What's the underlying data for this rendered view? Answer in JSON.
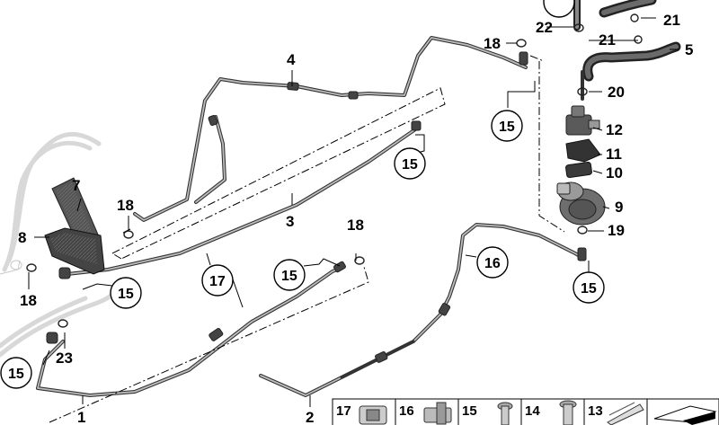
{
  "callouts": [
    "1",
    "2",
    "3",
    "4",
    "5",
    "7",
    "8",
    "9",
    "10",
    "11",
    "12",
    "16",
    "17",
    "18",
    "18",
    "18",
    "18",
    "19",
    "20",
    "21",
    "21",
    "22",
    "23"
  ],
  "circled_refs": [
    "15",
    "15",
    "15",
    "15",
    "15",
    "15",
    "15",
    "15",
    "17",
    "16"
  ],
  "legend": [
    "17",
    "16",
    "15",
    "14",
    "13"
  ]
}
